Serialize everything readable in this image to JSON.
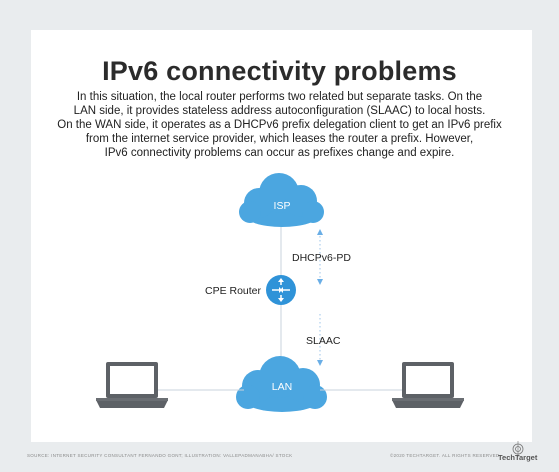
{
  "title": "IPv6 connectivity problems",
  "description_lines": [
    "In this situation, the local router performs two related but separate tasks. On the",
    "LAN side, it provides stateless address autoconfiguration (SLAAC) to local hosts.",
    "On the WAN side, it operates as a DHCPv6 prefix delegation client to get an IPv6 prefix",
    "from the internet service provider, which leases the router a prefix. However,",
    "IPv6 connectivity problems can occur as prefixes change and expire."
  ],
  "diagram": {
    "isp_label": "ISP",
    "dhcp_label": "DHCPv6-PD",
    "router_label": "CPE Router",
    "slaac_label": "SLAAC",
    "lan_label": "LAN",
    "icons": [
      "cloud-icon",
      "router-icon",
      "laptop-icon"
    ]
  },
  "footer": {
    "source": "SOURCE: INTERNET SECURITY CONSULTANT FERNANDO GONT; ILLUSTRATION: VALLEPADMANABHA/ STOCK",
    "copyright": "©2020 TECHTARGET. ALL RIGHTS RESERVED",
    "brand": "TechTarget"
  },
  "colors": {
    "background": "#e9ecee",
    "card": "#ffffff",
    "cloud": "#4ba6e0",
    "router": "#2f93d8",
    "connector": "#9cc5ea",
    "laptop": "#5d6166"
  }
}
